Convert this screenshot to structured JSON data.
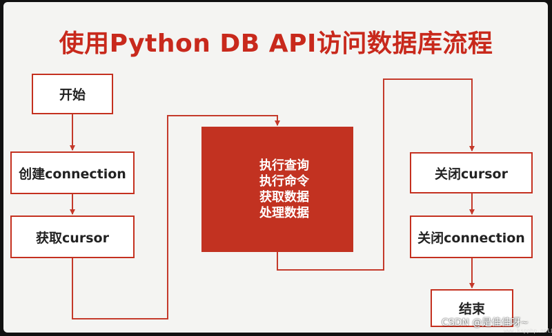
{
  "diagram": {
    "title": "使用Python DB API访问数据库流程",
    "left_column": {
      "start": "开始",
      "create_connection": "创建connection",
      "get_cursor": "获取cursor"
    },
    "center_block": {
      "lines": [
        "执行查询",
        "执行命令",
        "获取数据",
        "处理数据"
      ]
    },
    "right_column": {
      "close_cursor": "关闭cursor",
      "close_connection": "关闭connection",
      "end": "结束"
    },
    "colors": {
      "accent": "#c23221",
      "title": "#c8291c",
      "border": "#c4301f",
      "connector": "#c4392a"
    }
  },
  "watermark": {
    "text": "CSDN @是佳佳呀~",
    "site": "www.kspphp.online"
  }
}
